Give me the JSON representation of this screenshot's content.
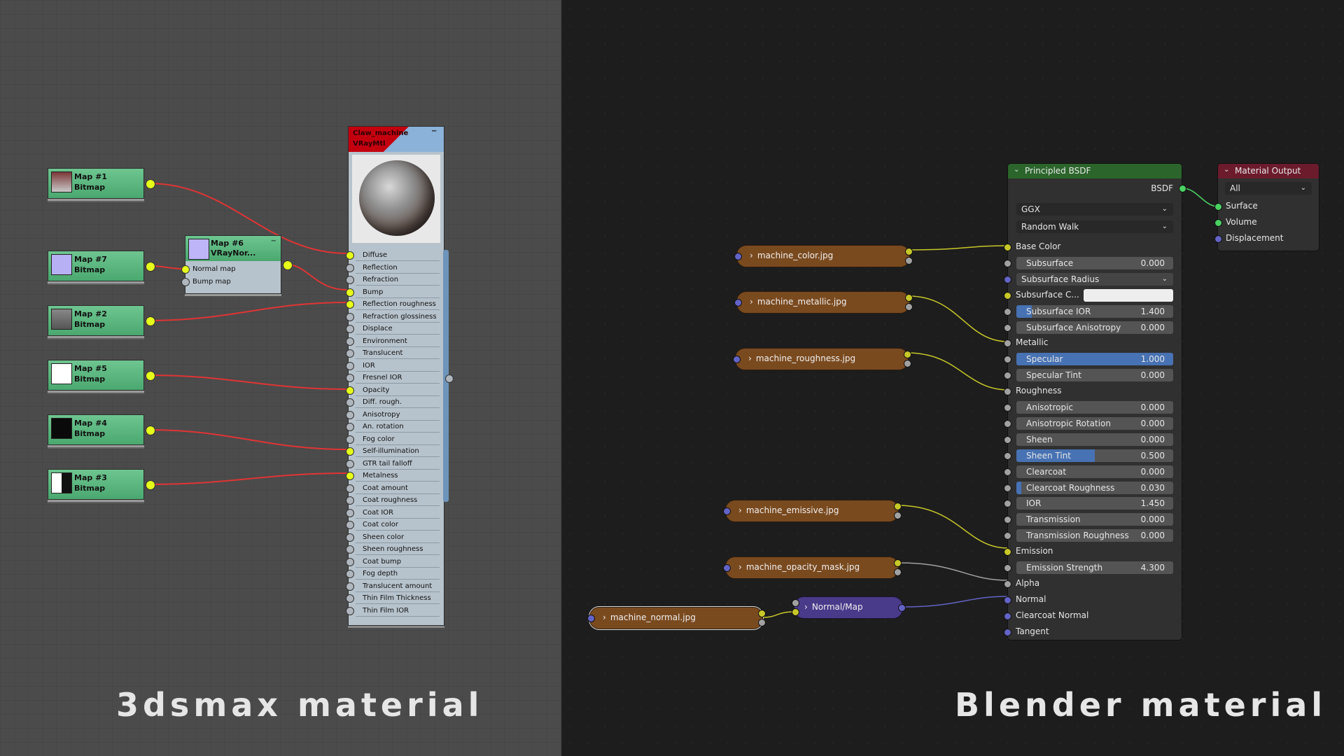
{
  "left_panel": {
    "title": "3dsmax material",
    "maps": [
      {
        "name": "Map #1",
        "type": "Bitmap"
      },
      {
        "name": "Map #7",
        "type": "Bitmap"
      },
      {
        "name": "Map #2",
        "type": "Bitmap"
      },
      {
        "name": "Map #5",
        "type": "Bitmap"
      },
      {
        "name": "Map #4",
        "type": "Bitmap"
      },
      {
        "name": "Map #3",
        "type": "Bitmap"
      }
    ],
    "normal_node": {
      "name": "Map #6",
      "type": "VRayNor...",
      "slots": [
        "Normal map",
        "Bump map"
      ]
    },
    "material_node": {
      "name": "Claw_machine",
      "type": "VRayMtl",
      "slots": [
        "Diffuse",
        "Reflection",
        "Refraction",
        "Bump",
        "Reflection roughness",
        "Refraction glossiness",
        "Displace",
        "Environment",
        "Translucent",
        "IOR",
        "Fresnel IOR",
        "Opacity",
        "Diff. rough.",
        "Anisotropy",
        "An. rotation",
        "Fog color",
        "Self-illumination",
        "GTR tail falloff",
        "Metalness",
        "Coat amount",
        "Coat roughness",
        "Coat IOR",
        "Coat color",
        "Sheen color",
        "Sheen roughness",
        "Coat bump",
        "Fog depth",
        "Translucent amount",
        "Thin Film Thickness",
        "Thin Film IOR"
      ]
    }
  },
  "right_panel": {
    "title": "Blender material",
    "image_nodes": [
      "machine_color.jpg",
      "machine_metallic.jpg",
      "machine_roughness.jpg",
      "machine_emissive.jpg",
      "machine_opacity_mask.jpg",
      "machine_normal.jpg"
    ],
    "normal_map_node": "Normal/Map",
    "bsdf": {
      "title": "Principled BSDF",
      "output": "BSDF",
      "distribution": "GGX",
      "subsurface_method": "Random Walk",
      "rows": [
        {
          "kind": "label",
          "name": "Base Color"
        },
        {
          "kind": "field",
          "name": "Subsurface",
          "value": "0.000"
        },
        {
          "kind": "drop",
          "name": "Subsurface Radius"
        },
        {
          "kind": "color",
          "name": "Subsurface C..."
        },
        {
          "kind": "field",
          "name": "Subsurface IOR",
          "value": "1.400"
        },
        {
          "kind": "field",
          "name": "Subsurface Anisotropy",
          "value": "0.000"
        },
        {
          "kind": "label",
          "name": "Metallic"
        },
        {
          "kind": "field",
          "name": "Specular",
          "value": "1.000"
        },
        {
          "kind": "field",
          "name": "Specular Tint",
          "value": "0.000"
        },
        {
          "kind": "label",
          "name": "Roughness"
        },
        {
          "kind": "field",
          "name": "Anisotropic",
          "value": "0.000"
        },
        {
          "kind": "field",
          "name": "Anisotropic Rotation",
          "value": "0.000"
        },
        {
          "kind": "field",
          "name": "Sheen",
          "value": "0.000"
        },
        {
          "kind": "field",
          "name": "Sheen Tint",
          "value": "0.500"
        },
        {
          "kind": "field",
          "name": "Clearcoat",
          "value": "0.000"
        },
        {
          "kind": "field",
          "name": "Clearcoat Roughness",
          "value": "0.030"
        },
        {
          "kind": "field",
          "name": "IOR",
          "value": "1.450"
        },
        {
          "kind": "field",
          "name": "Transmission",
          "value": "0.000"
        },
        {
          "kind": "field",
          "name": "Transmission Roughness",
          "value": "0.000"
        },
        {
          "kind": "label",
          "name": "Emission"
        },
        {
          "kind": "field",
          "name": "Emission Strength",
          "value": "4.300"
        },
        {
          "kind": "label",
          "name": "Alpha"
        },
        {
          "kind": "label",
          "name": "Normal"
        },
        {
          "kind": "label",
          "name": "Clearcoat Normal"
        },
        {
          "kind": "label",
          "name": "Tangent"
        }
      ],
      "fill_levels": {
        "Subsurface IOR": 0.1,
        "Specular": 1.0,
        "Sheen Tint": 0.5,
        "Clearcoat Roughness": 0.03
      }
    },
    "output_node": {
      "title": "Material Output",
      "target": "All",
      "inputs": [
        "Surface",
        "Volume",
        "Displacement"
      ]
    }
  },
  "colors": {
    "max_wire": "#e03434",
    "blender_yellow_wire": "#c7c729",
    "blender_grey_wire": "#a1a1a1",
    "blender_blue_wire": "#6363c7",
    "blender_green_wire": "#4ad161"
  }
}
